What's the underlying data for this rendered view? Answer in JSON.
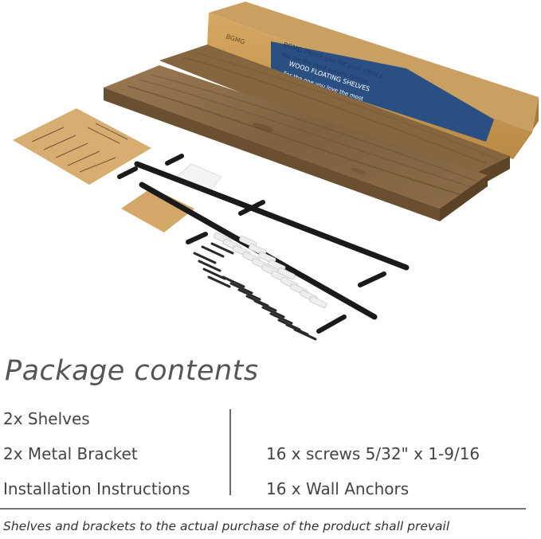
{
  "photo": {
    "box_brand": "BGMG",
    "box_slogan": "BGMG Thank you for your choice",
    "box_slogan_2": "You are the most tasteful person",
    "box_product": "WOOD FLOATING SHELVES",
    "box_tagline": "For the one you love the most",
    "colors": {
      "cardboard": "#c99a52",
      "wood": "#8a6a45",
      "box_blue": "#2a4f82",
      "metal": "#1a1a1a"
    }
  },
  "heading": "Package contents",
  "contents": {
    "left": [
      "2x Shelves",
      "2x Metal Bracket",
      "Installation Instructions"
    ],
    "right": [
      "16 x screws 5/32\" x 1-9/16",
      "16 x Wall Anchors"
    ]
  },
  "disclaimer": "Shelves and brackets to the actual purchase of the product shall prevail"
}
